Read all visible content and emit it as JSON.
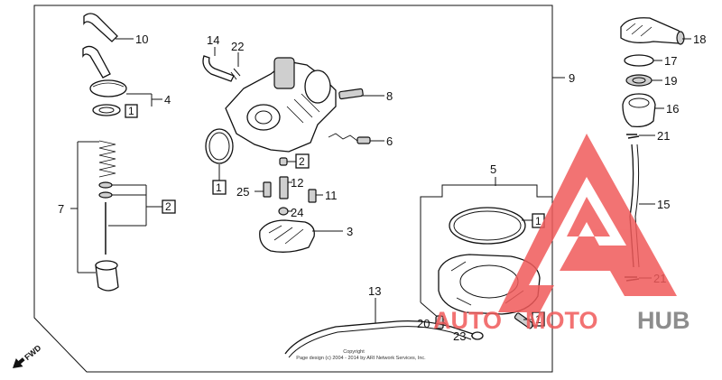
{
  "callouts": {
    "n1a": "1",
    "n1b": "1",
    "n1c": "1",
    "n1d": "1",
    "n2a": "2",
    "n2b": "2",
    "n3": "3",
    "n4": "4",
    "n5": "5",
    "n6": "6",
    "n7": "7",
    "n8": "8",
    "n9": "9",
    "n10": "10",
    "n11": "11",
    "n12": "12",
    "n13": "13",
    "n14": "14",
    "n15": "15",
    "n16": "16",
    "n17": "17",
    "n18": "18",
    "n19": "19",
    "n20": "20",
    "n21a": "21",
    "n21b": "21",
    "n22": "22",
    "n23": "23",
    "n24": "24",
    "n25": "25"
  },
  "copyright": {
    "line1": "Copyright",
    "line2": "Page design (c) 2004 - 2014 by ARI Network Services, Inc."
  },
  "fwd_label": "FWD",
  "watermark": {
    "part1": "AUTO",
    "part2": "MOTO",
    "part3": "HUB"
  },
  "colors": {
    "watermark_red": "#f05a5a",
    "watermark_gray": "#7a7a7a",
    "ink": "#111111"
  }
}
